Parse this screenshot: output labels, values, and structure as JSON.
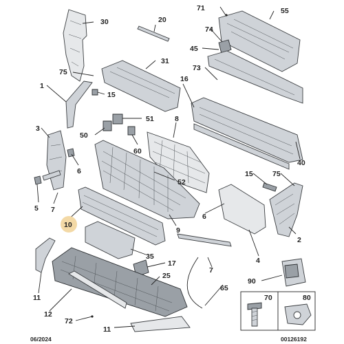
{
  "diagram": {
    "highlighted_callout": "10",
    "highlight_color": "#f3d9a6",
    "part_color": "#cfd3d8",
    "outline_color": "#3a3d40"
  },
  "callouts": {
    "c1": "1",
    "c2": "2",
    "c3": "3",
    "c5": "5",
    "c6a": "6",
    "c6b": "6",
    "c7a": "7",
    "c7b": "7",
    "c8": "8",
    "c9": "9",
    "c10": "10",
    "c11a": "11",
    "c11b": "11",
    "c12": "12",
    "c15a": "15",
    "c15b": "15",
    "c16": "16",
    "c17": "17",
    "c20": "20",
    "c25": "25",
    "c30": "30",
    "c31": "31",
    "c35": "35",
    "c40": "40",
    "c45": "45",
    "c50": "50",
    "c51": "51",
    "c52": "52",
    "c55": "55",
    "c60": "60",
    "c65": "65",
    "c71": "71",
    "c72": "72",
    "c73": "73",
    "c74": "74",
    "c75a": "75",
    "c75b": "75",
    "c90": "90"
  },
  "inset": {
    "left_label": "70",
    "right_label": "80"
  },
  "footer": {
    "date": "06/2024",
    "reference": "00126192"
  }
}
